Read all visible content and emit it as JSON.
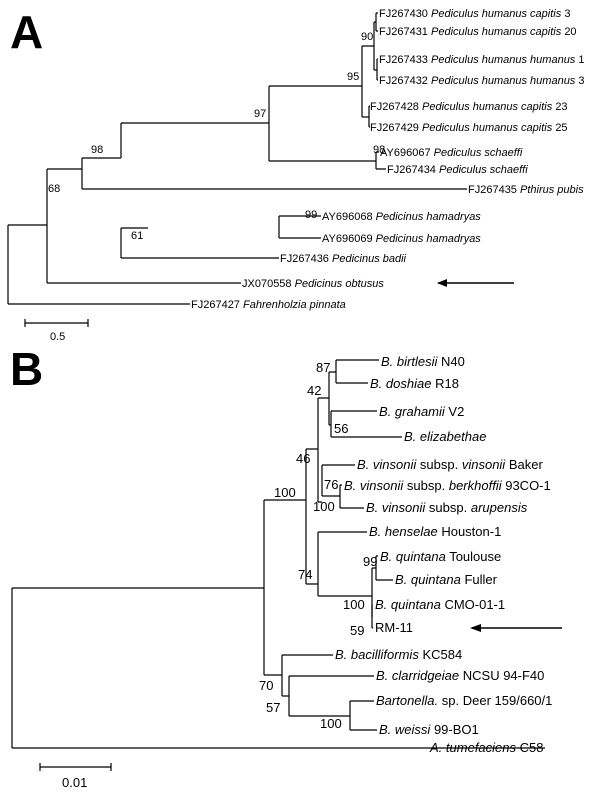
{
  "panels": [
    {
      "label": "A",
      "scale_label": "0.5",
      "leaves": [
        {
          "acc": "FJ267430",
          "name": "Pediculus humanus capitis",
          "suffix": "3"
        },
        {
          "acc": "FJ267431",
          "name": "Pediculus humanus capitis",
          "suffix": "20"
        },
        {
          "acc": "FJ267433",
          "name": "Pediculus humanus humanus",
          "suffix": "1"
        },
        {
          "acc": "FJ267432",
          "name": "Pediculus humanus humanus",
          "suffix": "3"
        },
        {
          "acc": "FJ267428",
          "name": "Pediculus humanus capitis",
          "suffix": "23"
        },
        {
          "acc": "FJ267429",
          "name": "Pediculus humanus capitis",
          "suffix": "25"
        },
        {
          "acc": "AY696067",
          "name": "Pediculus schaeffi",
          "suffix": ""
        },
        {
          "acc": "FJ267434",
          "name": "Pediculus schaeffi",
          "suffix": ""
        },
        {
          "acc": "FJ267435",
          "name": "Pthirus pubis",
          "suffix": ""
        },
        {
          "acc": "AY696068",
          "name": "Pedicinus hamadryas",
          "suffix": ""
        },
        {
          "acc": "AY696069",
          "name": "Pedicinus hamadryas",
          "suffix": ""
        },
        {
          "acc": "FJ267436",
          "name": "Pedicinus badii",
          "suffix": ""
        },
        {
          "acc": "JX070558",
          "name": "Pedicinus obtusus",
          "suffix": ""
        },
        {
          "acc": "FJ267427",
          "name": "Fahrenholzia pinnata",
          "suffix": ""
        }
      ],
      "bootstraps": [
        "90",
        "95",
        "97",
        "98",
        "98",
        "68",
        "99",
        "61"
      ]
    },
    {
      "label": "B",
      "scale_label": "0.01",
      "leaves": [
        {
          "genus": "B.",
          "name": "birtlesii",
          "pre": "",
          "mid": "",
          "strain": "N40"
        },
        {
          "genus": "B.",
          "name": "doshiae",
          "pre": "",
          "mid": "",
          "strain": "R18"
        },
        {
          "genus": "B.",
          "name": "grahamii",
          "pre": "",
          "mid": "",
          "strain": "V2"
        },
        {
          "genus": "B.",
          "name": "elizabethae",
          "pre": "",
          "mid": "",
          "strain": ""
        },
        {
          "genus": "B.",
          "name": "vinsonii",
          "pre": "",
          "mid": "subsp.",
          "sub": "vinsonii",
          "strain": "Baker"
        },
        {
          "genus": "B.",
          "name": "vinsonii",
          "pre": "",
          "mid": "subsp.",
          "sub": "berkhoffii",
          "strain": "93CO-1"
        },
        {
          "genus": "B.",
          "name": "vinsonii",
          "pre": "",
          "mid": "subsp.",
          "sub": "arupensis",
          "strain": ""
        },
        {
          "genus": "B.",
          "name": "henselae",
          "pre": "",
          "mid": "",
          "strain": "Houston-1"
        },
        {
          "genus": "B.",
          "name": "quintana",
          "pre": "",
          "mid": "",
          "strain": "Toulouse"
        },
        {
          "genus": "B.",
          "name": "quintana",
          "pre": "",
          "mid": "",
          "strain": "Fuller"
        },
        {
          "genus": "B.",
          "name": "quintana",
          "pre": "",
          "mid": "",
          "strain": "CMO-01-1"
        },
        {
          "plain": "RM-11"
        },
        {
          "genus": "B.",
          "name": "bacilliformis",
          "pre": "",
          "mid": "",
          "strain": "KC584"
        },
        {
          "genus": "B.",
          "name": "clarridgeiae",
          "pre": "",
          "mid": "",
          "strain": "NCSU 94-F40"
        },
        {
          "genus": "",
          "name": "Bartonella.",
          "pre": "",
          "mid": "sp.",
          "strain": "Deer 159/660/1"
        },
        {
          "genus": "B.",
          "name": "weissi",
          "pre": "",
          "mid": "",
          "strain": "99-BO1"
        },
        {
          "genus": "A.",
          "name": "tumefaciens",
          "pre": "",
          "mid": "",
          "strain": "C58"
        }
      ],
      "bootstraps": [
        "87",
        "42",
        "56",
        "46",
        "76",
        "100",
        "100",
        "99",
        "74",
        "100",
        "59",
        "70",
        "57",
        "100"
      ]
    }
  ]
}
